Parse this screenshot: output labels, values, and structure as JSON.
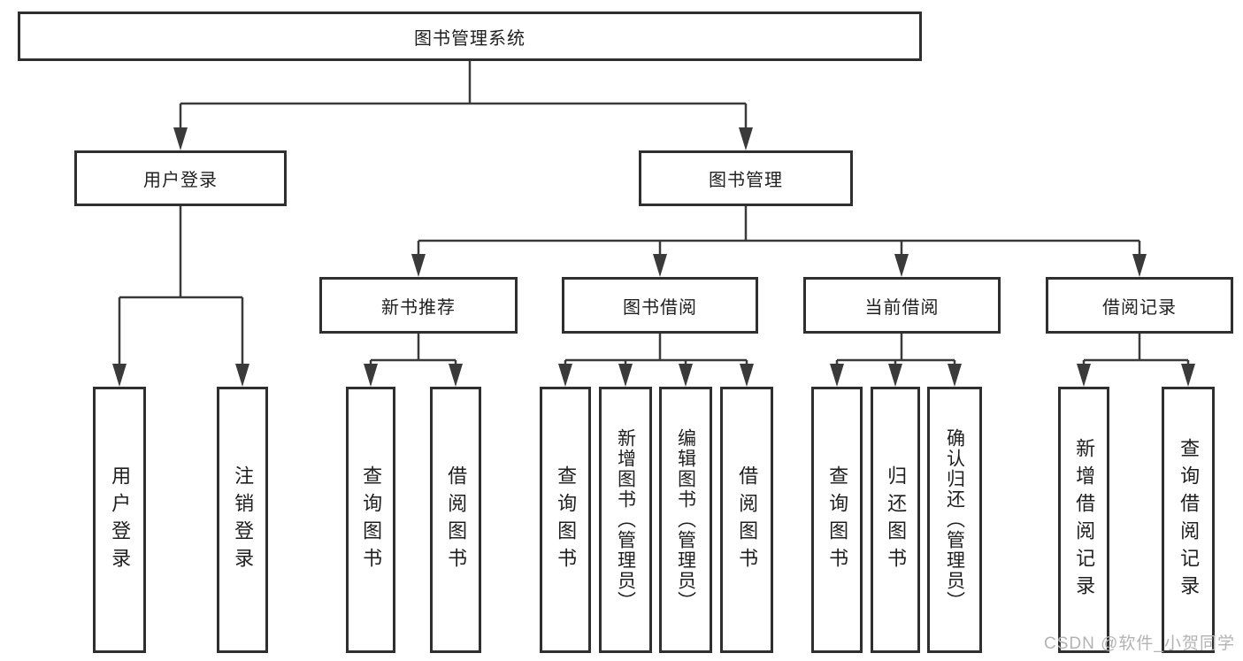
{
  "tree": {
    "root": "图书管理系统",
    "children": [
      {
        "label": "用户登录",
        "children": [
          {
            "label": "用户登录"
          },
          {
            "label": "注销登录"
          }
        ]
      },
      {
        "label": "图书管理",
        "children": [
          {
            "label": "新书推荐",
            "children": [
              {
                "label": "查询图书"
              },
              {
                "label": "借阅图书"
              }
            ]
          },
          {
            "label": "图书借阅",
            "children": [
              {
                "label": "查询图书"
              },
              {
                "label": "新增图书（管理员）"
              },
              {
                "label": "编辑图书（管理员）"
              },
              {
                "label": "借阅图书"
              }
            ]
          },
          {
            "label": "当前借阅",
            "children": [
              {
                "label": "查询图书"
              },
              {
                "label": "归还图书"
              },
              {
                "label": "确认归还（管理员）"
              }
            ]
          },
          {
            "label": "借阅记录",
            "children": [
              {
                "label": "新增借阅记录"
              },
              {
                "label": "查询借阅记录"
              }
            ]
          }
        ]
      }
    ]
  },
  "watermark": "CSDN @软件_小贺同学",
  "colors": {
    "line": "#3a3a3a",
    "box_border": "#2f2f2f",
    "text": "#1f1f1f",
    "watermark": "#b3b3b3",
    "background": "#ffffff"
  }
}
